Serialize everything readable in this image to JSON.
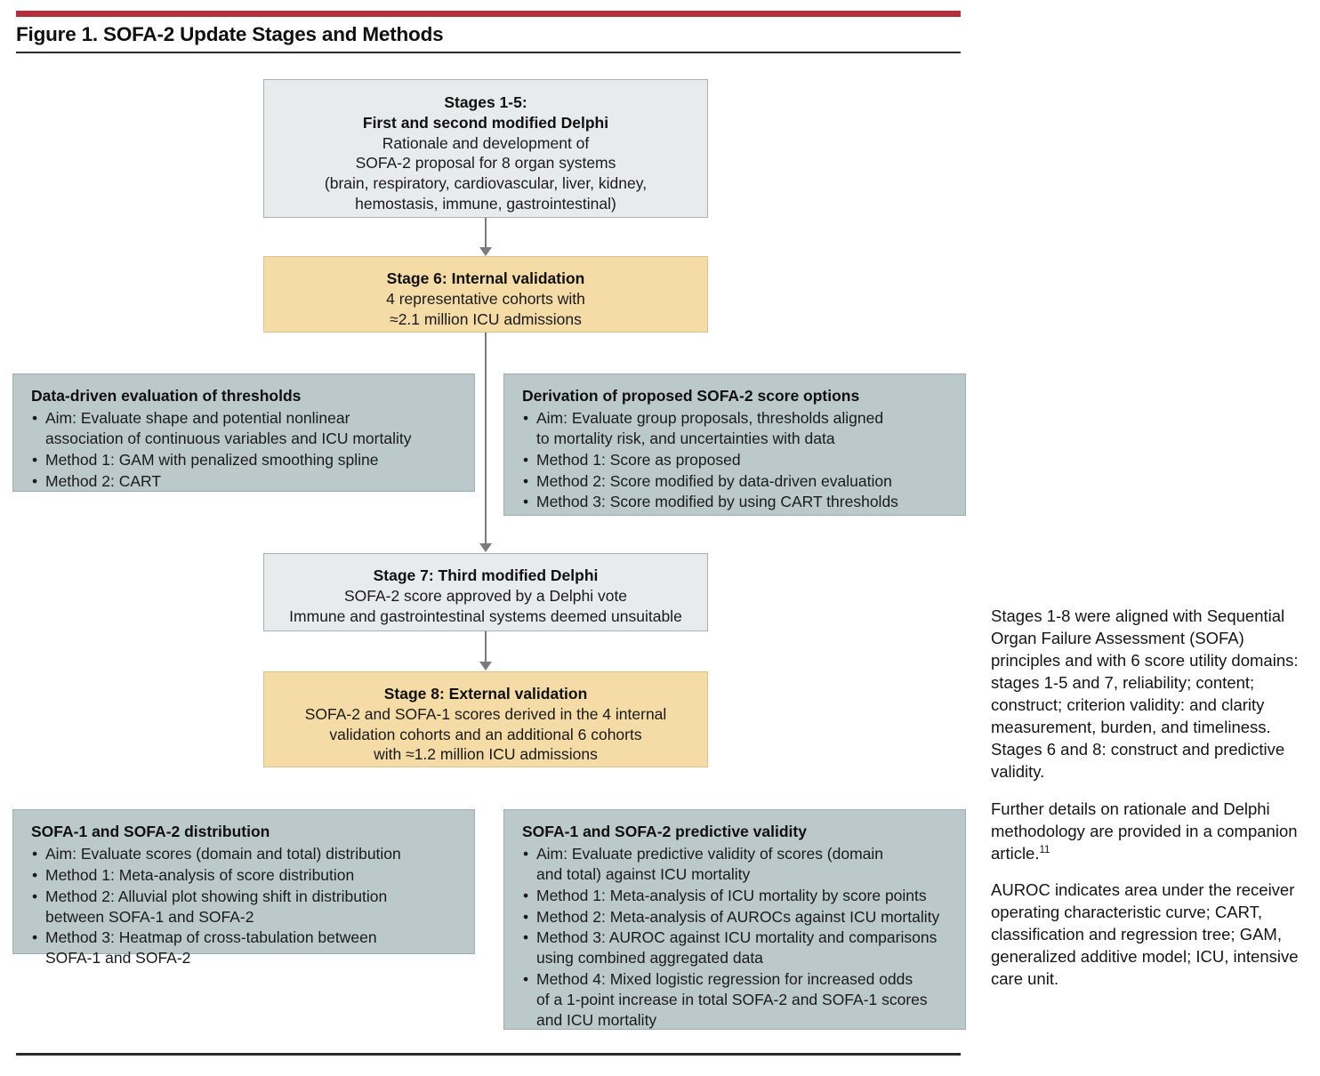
{
  "figure": {
    "title": "Figure 1. SOFA-2 Update Stages and Methods",
    "accent_color": "#b0303c",
    "rule_color": "#2b2b2b",
    "box_colors": {
      "gray": "#e8ebeb",
      "tan": "#f5dca6",
      "blue": "#bcc9cb",
      "connector": "#7b7b7b"
    }
  },
  "flow": {
    "stage_1_5": {
      "title_line1": "Stages 1-5:",
      "title_line2": "First and second modified Delphi",
      "lines": [
        "Rationale and development of",
        "SOFA-2 proposal for 8 organ systems",
        "(brain, respiratory, cardiovascular, liver, kidney,",
        "hemostasis, immune, gastrointestinal)"
      ]
    },
    "stage_6": {
      "title": "Stage 6: Internal validation",
      "lines": [
        "4 representative cohorts with",
        "≈2.1 million ICU admissions"
      ]
    },
    "thresholds": {
      "title": "Data-driven evaluation of thresholds",
      "bullets": [
        {
          "main": "Aim: Evaluate shape and potential nonlinear",
          "cont": "association of continuous variables and ICU mortality"
        },
        {
          "main": "Method 1: GAM with penalized smoothing spline",
          "cont": ""
        },
        {
          "main": "Method 2: CART",
          "cont": ""
        }
      ]
    },
    "derivation": {
      "title": "Derivation of proposed SOFA-2 score options",
      "bullets": [
        {
          "main": "Aim: Evaluate group proposals, thresholds aligned",
          "cont": "to mortality risk, and uncertainties with data"
        },
        {
          "main": "Method 1: Score as proposed",
          "cont": ""
        },
        {
          "main": "Method 2: Score modified by data-driven evaluation",
          "cont": ""
        },
        {
          "main": "Method 3: Score modified by using CART thresholds",
          "cont": ""
        }
      ]
    },
    "stage_7": {
      "title": "Stage 7: Third modified Delphi",
      "lines": [
        "SOFA-2 score approved by a Delphi vote",
        "Immune and gastrointestinal systems deemed unsuitable"
      ]
    },
    "stage_8": {
      "title": "Stage 8: External validation",
      "lines": [
        "SOFA-2 and SOFA-1 scores derived in the 4 internal",
        "validation cohorts and an additional 6 cohorts",
        "with ≈1.2 million ICU admissions"
      ]
    },
    "distribution": {
      "title": "SOFA-1 and SOFA-2 distribution",
      "bullets": [
        {
          "main": "Aim: Evaluate scores (domain and total) distribution",
          "cont": ""
        },
        {
          "main": "Method 1: Meta-analysis of score distribution",
          "cont": ""
        },
        {
          "main": "Method 2: Alluvial plot showing shift in distribution",
          "cont": "between SOFA-1 and SOFA-2"
        },
        {
          "main": "Method 3: Heatmap of cross-tabulation between",
          "cont": "SOFA-1 and SOFA-2"
        }
      ]
    },
    "predictive": {
      "title": "SOFA-1 and SOFA-2 predictive validity",
      "bullets": [
        {
          "main": "Aim: Evaluate predictive validity of scores (domain",
          "cont": "and total) against ICU mortality"
        },
        {
          "main": "Method 1: Meta-analysis of ICU mortality by score points",
          "cont": ""
        },
        {
          "main": "Method 2: Meta-analysis of AUROCs against ICU mortality",
          "cont": ""
        },
        {
          "main": "Method 3: AUROC against ICU mortality and comparisons",
          "cont": "using combined aggregated data"
        },
        {
          "main": "Method 4: Mixed logistic regression for increased odds",
          "cont": "of a 1-point increase in total SOFA-2 and SOFA-1 scores",
          "cont2": "and ICU mortality"
        }
      ]
    }
  },
  "caption": {
    "p1": "Stages 1-8 were aligned with Sequential Organ Failure Assessment (SOFA) principles and with 6 score utility domains: stages 1-5 and 7, reliability; content; construct; criterion validity: and clarity measurement, burden, and timeliness. Stages 6 and 8: construct and predictive validity.",
    "p2_text": "Further details on rationale and Delphi methodology are provided in a companion article.",
    "p2_ref": "11",
    "p3": "AUROC indicates area under the receiver operating characteristic curve; CART, classification and regression tree; GAM, generalized additive model; ICU, intensive care unit."
  }
}
